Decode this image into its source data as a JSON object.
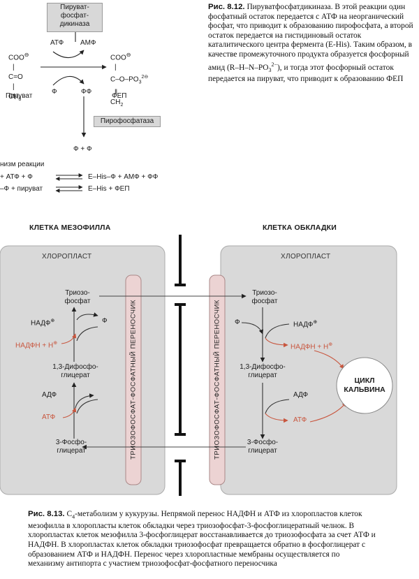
{
  "fig812": {
    "enzyme_box": [
      "Пируват-",
      "фосфат-",
      "дикиназа"
    ],
    "enzyme2_box": "Пирофосфатаза",
    "atf": "АТФ",
    "amf": "АМФ",
    "f": "Ф",
    "ff": "ФФ",
    "pyruvate_label": "Пируват",
    "fep_label": "ФЕП",
    "coo": "COO",
    "minus": "⊖",
    "c_eq_o": "C=O",
    "ch3": "CH",
    "three": "3",
    "c_o_po3": "C–O–PO",
    "po3_sub": "3",
    "po3_sup": "2⊖",
    "ch2": "CH",
    "two": "2",
    "products": "Ф + Ф",
    "mechanism_title": "низм реакции",
    "eq1_left": "+ АТФ + Ф",
    "eq1_right": "E–His–Ф + АМФ + ФФ",
    "eq2_left": "–Ф + пируват",
    "eq2_right": "E–His  +  ФЕП",
    "caption_bold": "Рис. 8.12.",
    "caption_text": " Пируватфосфатдикиназа. В этой реакции один фосфатный остаток передается с АТФ на неорганический фосфат, что приводит к образованию пирофосфата, а второй остаток передается на гистидиновый остаток каталитического центра фермента (E-His). Таким образом, в качестве промежуточного продукта образуется фосфорный амид (R–H–N–PO",
    "caption_sub": "3",
    "caption_sup": "2−",
    "caption_tail": "), и тогда этот фосфорный остаток передается на пируват, что приводит к образованию ФЕП"
  },
  "fig813": {
    "mesophyll_title": "КЛЕТКА МЕЗОФИЛЛА",
    "sheath_title": "КЛЕТКА ОБКЛАДКИ",
    "chloroplast": "ХЛОРОПЛАСТ",
    "transporter": "ТРИОЗОФОСФАТ-ФОСФАТНЫЙ ПЕРЕНОСЧИК",
    "triose": [
      "Триозо-",
      "фосфат"
    ],
    "nadf": "НАДФ",
    "nadf_sup": "⊕",
    "f": "Ф",
    "nadfh": "НАДФН + Н",
    "nadfh_sup": "⊕",
    "dpg": [
      "1,3-Дифосфо-",
      "глицерат"
    ],
    "adf": "АДФ",
    "atf": "АТФ",
    "pg": [
      "3-Фосфо-",
      "глицерат"
    ],
    "calvin": [
      "ЦИКЛ",
      "КАЛЬВИНА"
    ],
    "caption_bold": "Рис. 8.13.",
    "caption_c": " C",
    "caption_c_sub": "4",
    "caption_text": "-метаболизм у кукурузы. Непрямой перенос НАДФН и АТФ из хлоропластов клеток мезофилла в хлоропласты клеток обкладки через триозофосфат-3-фосфоглицератный челнок. В хлоропластах клеток мезофилла 3-фосфоглицерат восстанавливается до триозофосфата за счет АТФ и НАДФН. В хлоропластах клеток обкладки триозофосфат превращается обратно в фосфоглицерат с образованием АТФ и НАДФН. Перенос через хлоропластные мембраны осуществляется по механизму антипорта с участием триозофосфат-фосфатного переносчика"
  },
  "colors": {
    "accent_red": "#c8553d",
    "panel_gray": "#d9d9d9",
    "transporter_pink": "#ecd3d3",
    "box_gray": "#d8d8d8"
  }
}
